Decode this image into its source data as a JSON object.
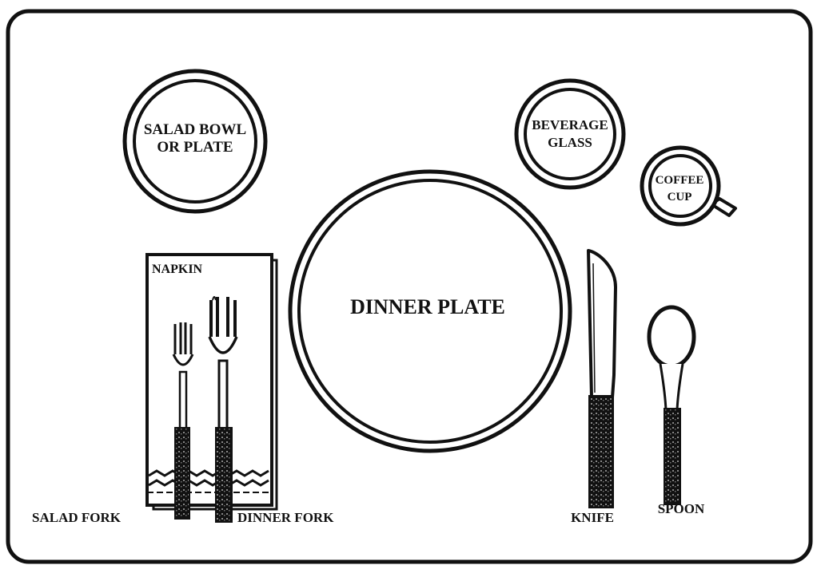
{
  "labels": {
    "salad_bowl_line1": "SALAD BOWL",
    "salad_bowl_line2": "OR PLATE",
    "beverage_line1": "BEVERAGE",
    "beverage_line2": "GLASS",
    "coffee_line1": "COFFEE",
    "coffee_line2": "CUP",
    "napkin": "NAPKIN",
    "dinner_plate": "DINNER PLATE",
    "salad_fork": "SALAD FORK",
    "dinner_fork": "DINNER FORK",
    "knife": "KNIFE",
    "spoon": "SPOON"
  },
  "colors": {
    "ink": "#111111",
    "paper": "#ffffff"
  }
}
